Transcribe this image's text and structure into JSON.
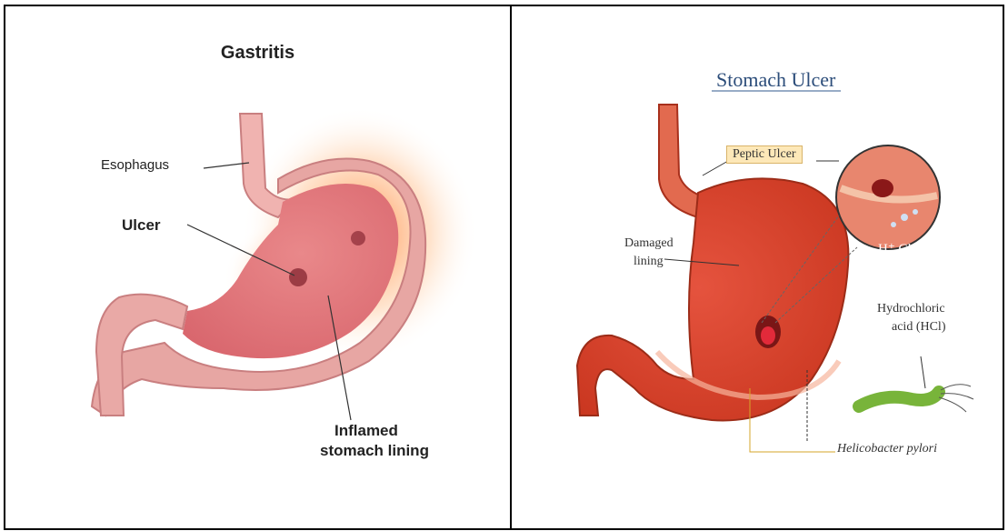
{
  "left_panel": {
    "title": "Gastritis",
    "labels": {
      "esophagus": "Esophagus",
      "ulcer": "Ulcer",
      "inflamed_line1": "Inflamed",
      "inflamed_line2": "stomach lining"
    }
  },
  "right_panel": {
    "title": "Stomach Ulcer",
    "labels": {
      "peptic_ulcer": "Peptic Ulcer",
      "damaged_line1": "Damaged",
      "damaged_line2": "lining",
      "hcl_line1": "Hydrochloric",
      "hcl_line2": "acid (HCl)",
      "h_ion": "H⁺ Cl⁻",
      "helicobacter": "Helicobacter pylori"
    }
  }
}
